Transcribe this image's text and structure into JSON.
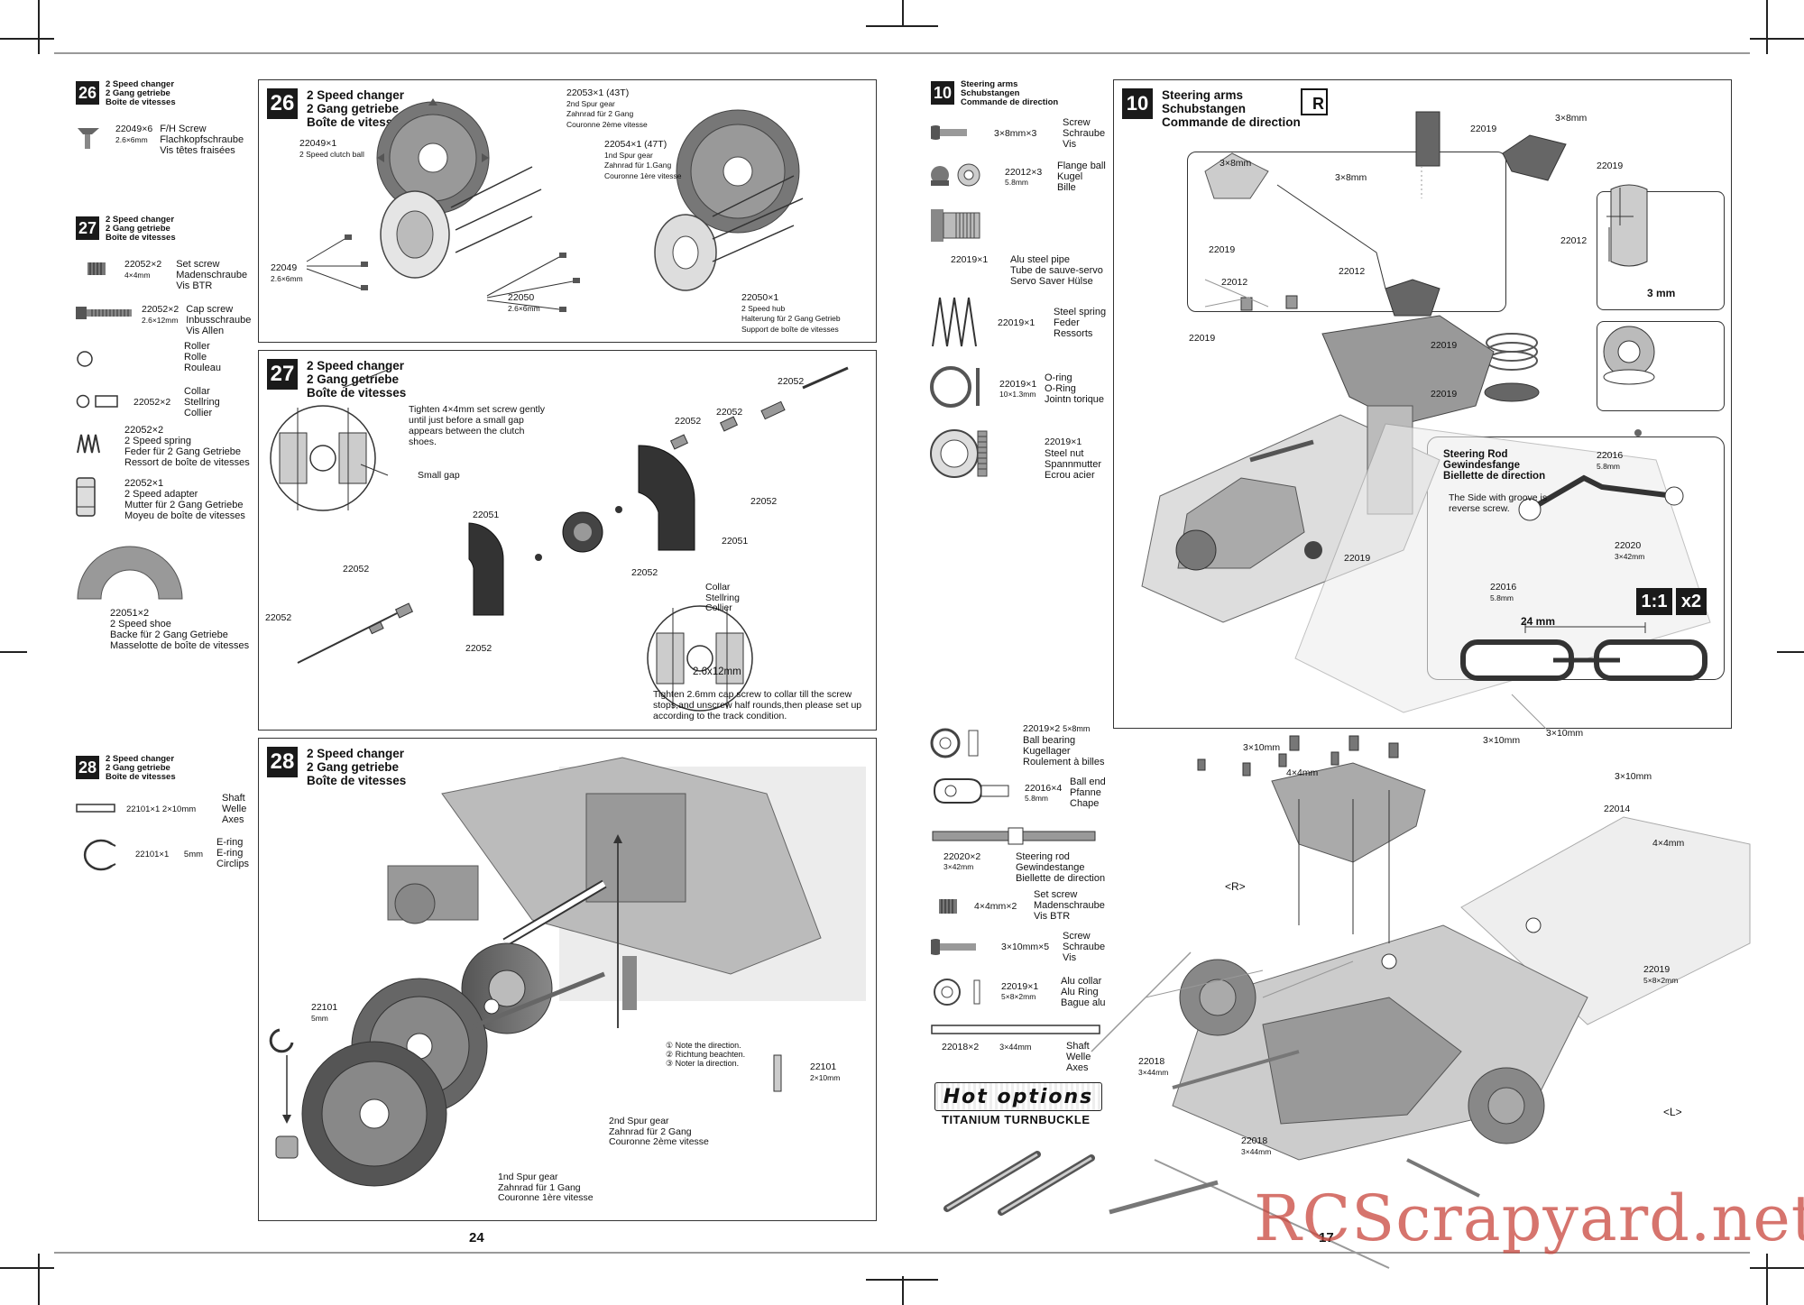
{
  "left_page": {
    "page_number": "24",
    "step_26": {
      "number": "26",
      "title_en": "2 Speed changer",
      "title_de": "2 Gang getriebe",
      "title_fr": "Boîte de vitesses",
      "parts": [
        {
          "num": "22049",
          "qty": "6",
          "size": "2.6×6mm",
          "names": [
            "F/H Screw",
            "Flachkopfschraube",
            "Vis têtes fraisées"
          ]
        }
      ],
      "labels": [
        {
          "text": "22053",
          "sub": "1 (43T)",
          "lines": [
            "2nd Spur gear",
            "Zahnrad für 2 Gang",
            "Couronne 2ème vitesse"
          ]
        },
        {
          "text": "22049",
          "sub": "1",
          "lines": [
            "2 Speed clutch ball"
          ]
        },
        {
          "text": "22054",
          "sub": "1 (47T)",
          "lines": [
            "1nd Spur gear",
            "Zahnrad für 1.Gang",
            "Couronne 1ère vitesse"
          ]
        },
        {
          "text": "22049",
          "sub": "2.6×6mm",
          "lines": []
        },
        {
          "text": "22050",
          "sub": "2.6×6mm",
          "lines": []
        },
        {
          "text": "22050",
          "sub": "1",
          "lines": [
            "2 Speed hub",
            "Halterung für 2 Gang Getrieb",
            "Support de boîte de vitesses"
          ]
        }
      ]
    },
    "step_27": {
      "number": "27",
      "title_en": "2 Speed changer",
      "title_de": "2 Gang getriebe",
      "title_fr": "Boîte de vitesses",
      "parts": [
        {
          "num": "22052",
          "qty": "2",
          "size": "4×4mm",
          "names": [
            "Set screw",
            "Madenschraube",
            "Vis BTR"
          ]
        },
        {
          "num": "22052",
          "qty": "2",
          "size": "2.6×12mm",
          "names": [
            "Cap screw",
            "Inbusschraube",
            "Vis Allen"
          ]
        },
        {
          "num": "",
          "qty": "",
          "size": "",
          "names": [
            "Roller",
            "Rolle",
            "Rouleau"
          ]
        },
        {
          "num": "22052",
          "qty": "2",
          "size": "",
          "names": [
            "Collar",
            "Stellring",
            "Collier"
          ]
        },
        {
          "num": "22052",
          "qty": "2",
          "size": "",
          "names": [
            "2 Speed spring",
            "Feder für 2 Gang Getriebe",
            "Ressort de boîte de vitesses"
          ]
        },
        {
          "num": "22052",
          "qty": "1",
          "size": "",
          "names": [
            "2 Speed adapter",
            "Mutter für 2 Gang Getriebe",
            "Moyeu de boîte de vitesses"
          ]
        },
        {
          "num": "22051",
          "qty": "2",
          "size": "",
          "names": [
            "2 Speed shoe",
            "Backe für 2 Gang Getriebe",
            "Masselotte de boîte de vitesses"
          ]
        }
      ],
      "note_top": "Tighten 4×4mm set screw gently until just before a small gap appears between the clutch shoes.",
      "small_gap": "Small gap",
      "collar": [
        "Collar",
        "Stellring",
        "Collier"
      ],
      "cap_size": "2.6x12mm",
      "note_bottom": "Tighten 2.6mm cap screw to collar till the screw stops,and unscrew half rounds,then please set up according to the track condition.",
      "labels": [
        "22052",
        "22052",
        "22052",
        "22051",
        "22051",
        "22052",
        "22052",
        "22052",
        "22052",
        "22052"
      ]
    },
    "step_28": {
      "number": "28",
      "title_en": "2 Speed changer",
      "title_de": "2 Gang getriebe",
      "title_fr": "Boîte de vitesses",
      "parts": [
        {
          "num": "22101",
          "qty": "1",
          "size": "2×10mm",
          "names": [
            "Shaft",
            "Welle",
            "Axes"
          ]
        },
        {
          "num": "22101",
          "qty": "1",
          "size": "5mm",
          "names": [
            "E-ring",
            "E-ring",
            "Circlips"
          ]
        }
      ],
      "notes": [
        "① Note the direction.",
        "② Richtung beachten.",
        "③ Noter la direction."
      ],
      "gear2": [
        "2nd Spur gear",
        "Zahnrad für 2 Gang",
        "Couronne 2ème vitesse"
      ],
      "gear1": [
        "1nd Spur gear",
        "Zahnrad für 1 Gang",
        "Couronne 1ère vitesse"
      ],
      "eclip_label": "22101",
      "eclip_size": "5mm",
      "shaft_label": "22101",
      "shaft_size": "2×10mm"
    }
  },
  "right_page": {
    "page_number": "17",
    "step_10": {
      "number": "10",
      "title_en": "Steering arms",
      "title_de": "Schubstangen",
      "title_fr": "Commande de direction",
      "side_mark": "R",
      "parts": [
        {
          "num": "3×8mm",
          "qty": "3",
          "size": "",
          "names": [
            "Screw",
            "Schraube",
            "Vis"
          ]
        },
        {
          "num": "22012",
          "qty": "3",
          "size": "5.8mm",
          "names": [
            "Flange ball",
            "Kugel",
            "Bille"
          ]
        },
        {
          "num": "22019",
          "qty": "1",
          "size": "",
          "names": [
            "Alu steel pipe",
            "Tube de sauve-servo",
            "Servo Saver Hülse"
          ]
        },
        {
          "num": "22019",
          "qty": "1",
          "size": "",
          "names": [
            "Steel spring",
            "Feder",
            "Ressorts"
          ]
        },
        {
          "num": "22019",
          "qty": "1",
          "size": "10×1.3mm",
          "names": [
            "O-ring",
            "O-Ring",
            "Jointn torique"
          ]
        },
        {
          "num": "22019",
          "qty": "1",
          "size": "",
          "names": [
            "Steel nut",
            "Spannmutter",
            "Ecrou acier"
          ]
        }
      ],
      "labels": [
        "22019",
        "3×8mm",
        "22019",
        "22012",
        "3×8mm",
        "3×8mm",
        "22019",
        "22012",
        "22012",
        "22019",
        "22019",
        "22019",
        "22019"
      ],
      "spring_dim": "3 mm",
      "rod_box": {
        "title": [
          "Steering Rod",
          "Gewindesfange",
          "Biellette de direction"
        ],
        "note": "The Side with groove is reverse screw.",
        "dim": "24 mm",
        "scale": "1:1",
        "count": "x2",
        "labels": [
          "22016",
          "22020",
          "22016"
        ],
        "sizes": [
          "5.8mm",
          "3×42mm",
          "5.8mm"
        ]
      }
    },
    "step_11_parts": [
      {
        "num": "22019",
        "qty": "2",
        "size": "5×8mm",
        "names": [
          "Ball bearing",
          "Kugellager",
          "Roulement à billes"
        ]
      },
      {
        "num": "22016",
        "qty": "4",
        "size": "5.8mm",
        "names": [
          "Ball end",
          "Pfanne",
          "Chape"
        ]
      },
      {
        "num": "22020",
        "qty": "2",
        "size": "3×42mm",
        "names": [
          "Steering rod",
          "Gewindestange",
          "Biellette de direction"
        ]
      },
      {
        "num": "4×4mm",
        "qty": "2",
        "size": "",
        "names": [
          "Set screw",
          "Madenschraube",
          "Vis BTR"
        ]
      },
      {
        "num": "3×10mm",
        "qty": "5",
        "size": "",
        "names": [
          "Screw",
          "Schraube",
          "Vis"
        ]
      },
      {
        "num": "22019",
        "qty": "1",
        "size": "5×8×2mm",
        "names": [
          "Alu collar",
          "Alu Ring",
          "Bague alu"
        ]
      },
      {
        "num": "22018",
        "qty": "2",
        "size": "3×44mm",
        "names": [
          "Shaft",
          "Welle",
          "Axes"
        ]
      }
    ],
    "hot_options": "Hot options",
    "titanium": "TITANIUM TURNBUCKLE",
    "assembly_labels": [
      "3×10mm",
      "3×10mm",
      "3×10mm",
      "3×10mm",
      "4×4mm",
      "22014",
      "4×4mm",
      "22019",
      "22018",
      "22018"
    ],
    "assembly_sizes": [
      "5×8×2mm",
      "3×44mm",
      "3×44mm"
    ],
    "side_r": "<R>",
    "side_l": "<L>"
  },
  "watermark": "RCScrapyard.net"
}
